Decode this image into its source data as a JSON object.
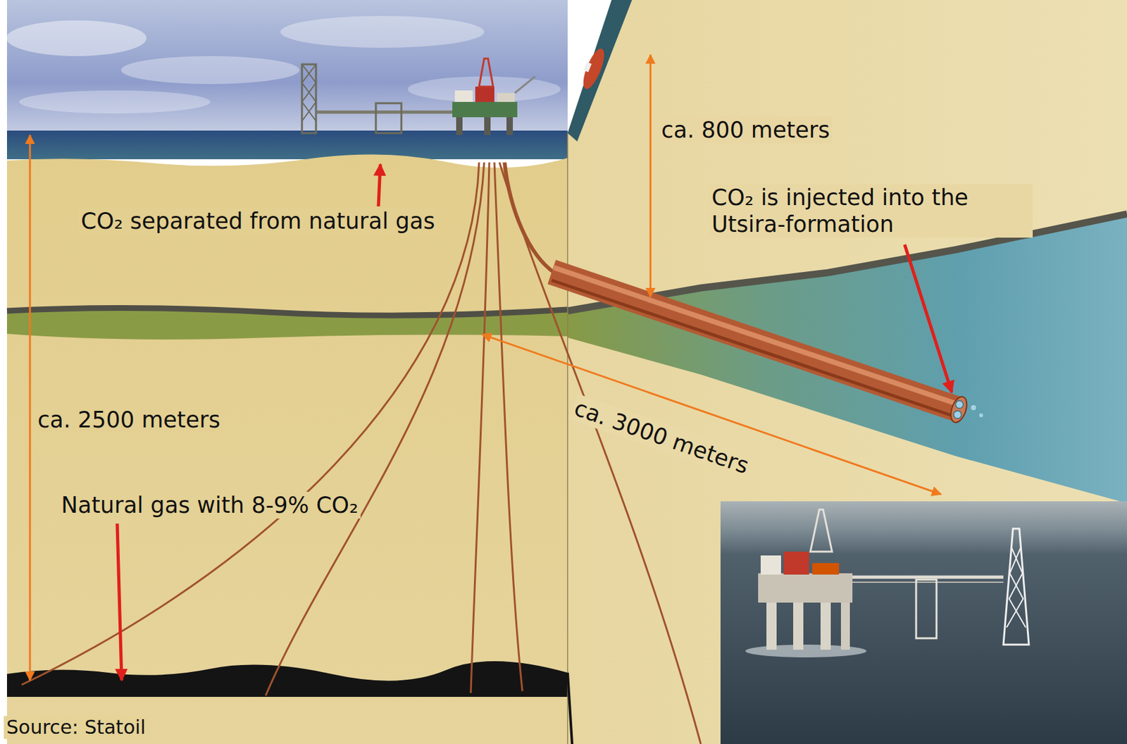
{
  "diagram": {
    "labels": [
      "ca. 800 meters",
      "CO₂ is injected into the Utsira-formation",
      "CO₂ separated from natural gas",
      "ca. 2500 meters",
      "ca. 3000 meters",
      "Natural gas with 8-9% CO₂",
      "Source: Statoil"
    ]
  }
}
